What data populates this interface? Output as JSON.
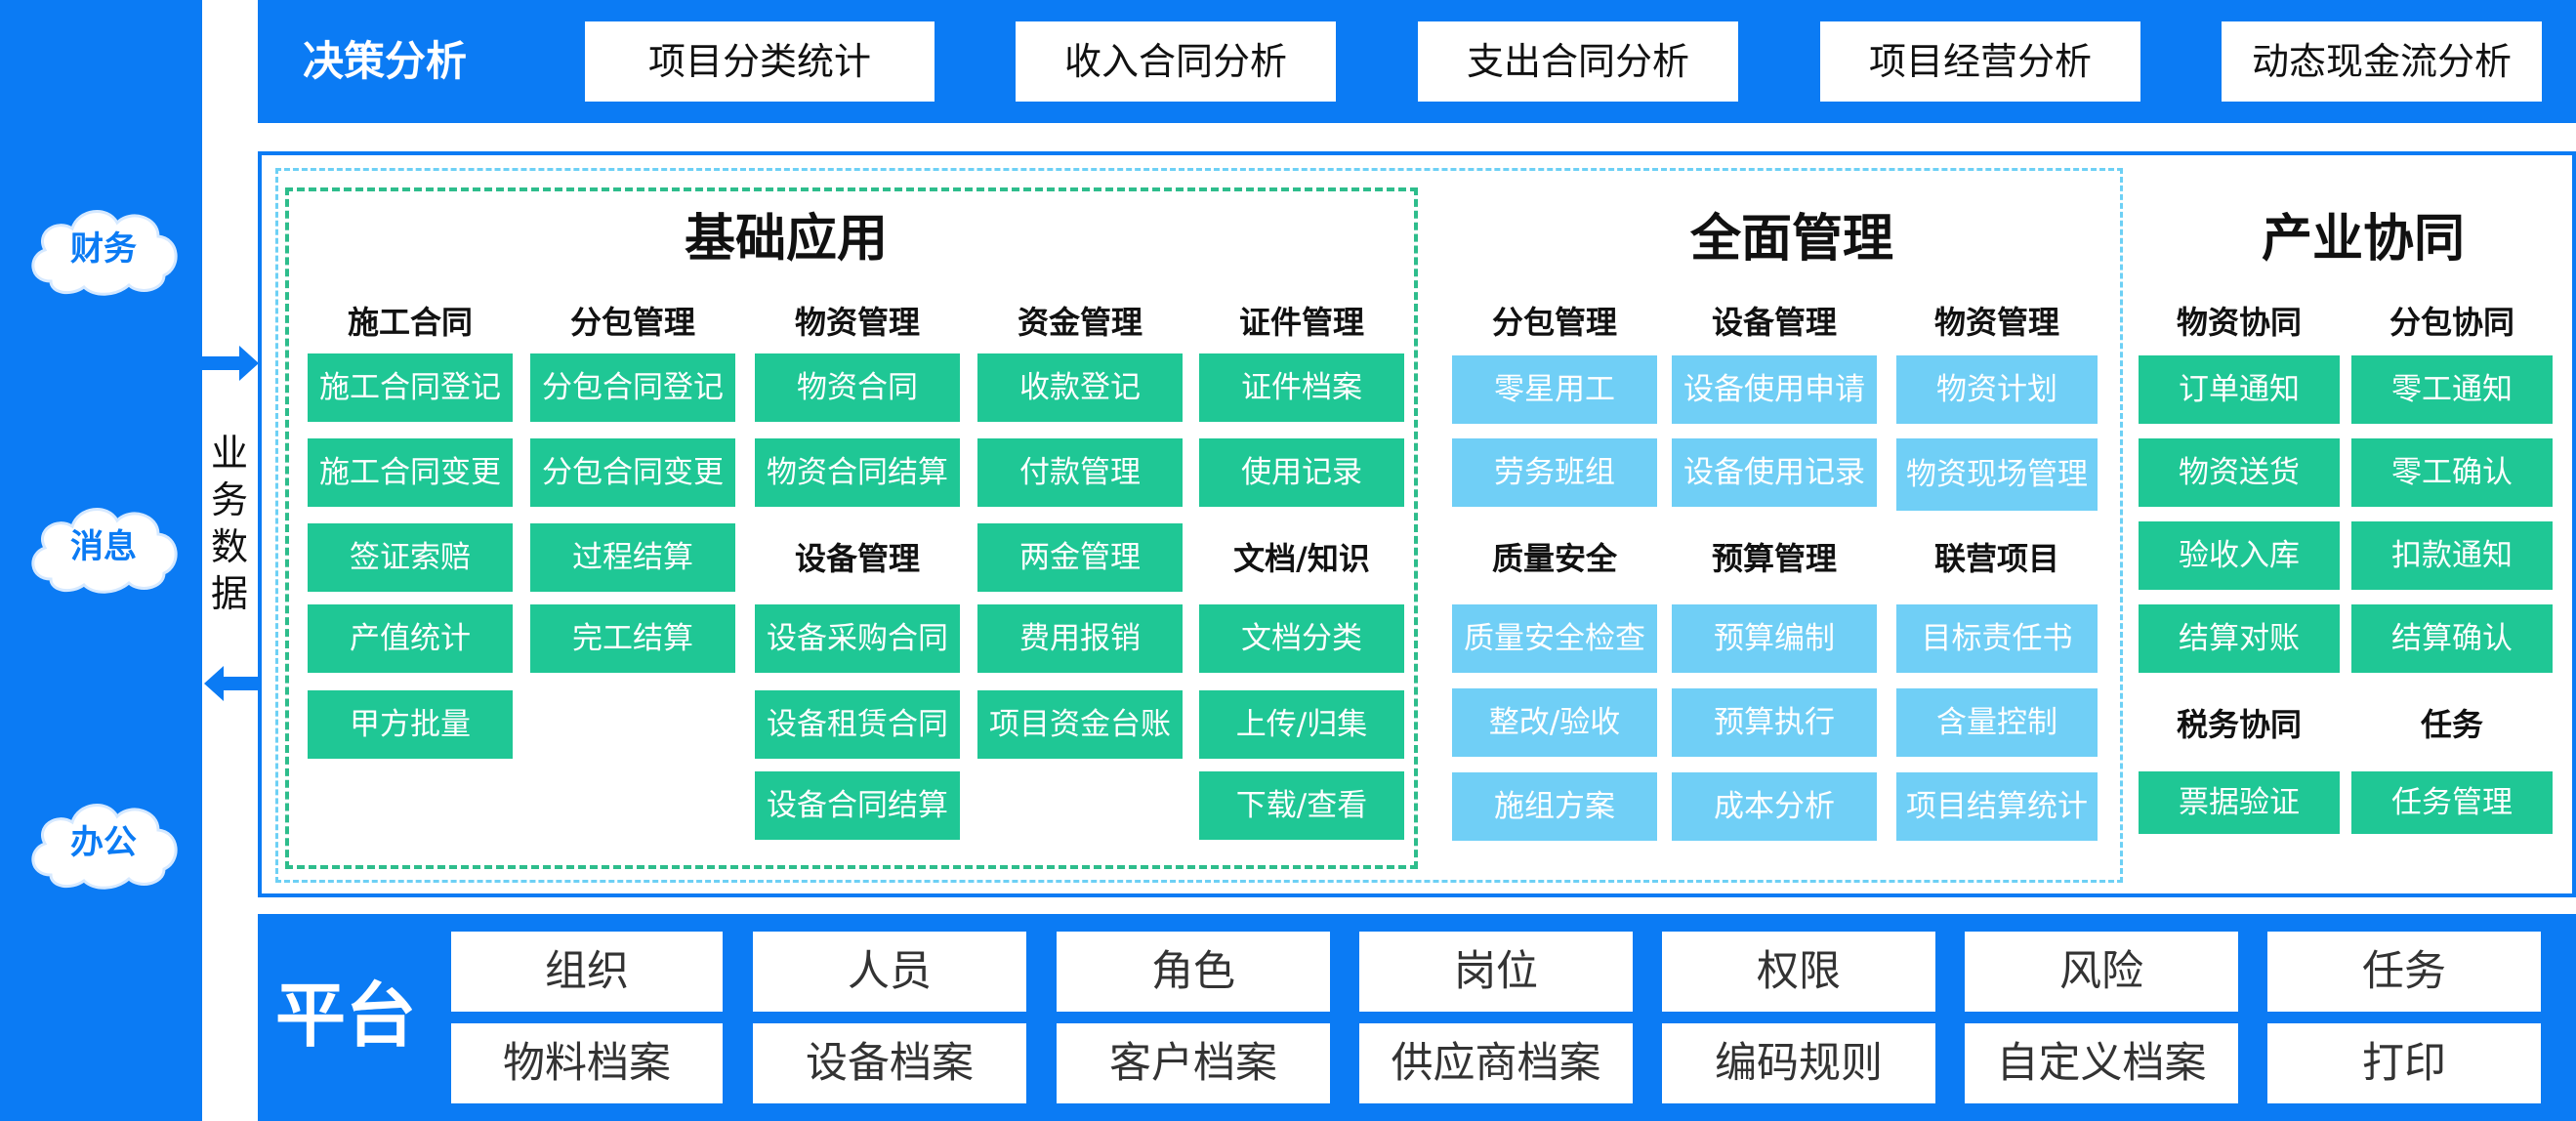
{
  "left_clouds": [
    "财务",
    "消息",
    "办公"
  ],
  "vertical_label": [
    "业",
    "务",
    "数",
    "据"
  ],
  "decision": {
    "title": "决策分析",
    "buttons": [
      "项目分类统计",
      "收入合同分析",
      "支出合同分析",
      "项目经营分析",
      "动态现金流分析"
    ]
  },
  "basic": {
    "title": "基础应用",
    "groups": [
      {
        "head": "施工合同",
        "items": [
          "施工合同登记",
          "施工合同变更",
          "签证索赔",
          "产值统计",
          "甲方批量"
        ]
      },
      {
        "head": "分包管理",
        "items": [
          "分包合同登记",
          "分包合同变更",
          "过程结算",
          "完工结算"
        ]
      },
      {
        "head": "物资管理",
        "items": [
          "物资合同",
          "物资合同结算"
        ]
      },
      {
        "head": "设备管理",
        "items": [
          "设备采购合同",
          "设备租赁合同",
          "设备合同结算"
        ]
      },
      {
        "head": "资金管理",
        "items": [
          "收款登记",
          "付款管理",
          "两金管理",
          "费用报销",
          "项目资金台账"
        ]
      },
      {
        "head": "证件管理",
        "items": [
          "证件档案",
          "使用记录"
        ]
      },
      {
        "head": "文档/知识",
        "items": [
          "文档分类",
          "上传/归集",
          "下载/查看"
        ]
      }
    ]
  },
  "comprehensive": {
    "title": "全面管理",
    "groups": [
      {
        "head": "分包管理",
        "items": [
          "零星用工",
          "劳务班组"
        ]
      },
      {
        "head": "设备管理",
        "items": [
          "设备使用申请",
          "设备使用记录"
        ]
      },
      {
        "head": "物资管理",
        "items": [
          "物资计划",
          "物资现场管理"
        ]
      },
      {
        "head": "质量安全",
        "items": [
          "质量安全检查",
          "整改/验收",
          "施组方案"
        ]
      },
      {
        "head": "预算管理",
        "items": [
          "预算编制",
          "预算执行",
          "成本分析"
        ]
      },
      {
        "head": "联营项目",
        "items": [
          "目标责任书",
          "含量控制",
          "项目结算统计"
        ]
      }
    ]
  },
  "industry": {
    "title": "产业协同",
    "groups": [
      {
        "head": "物资协同",
        "items": [
          "订单通知",
          "物资送货",
          "验收入库",
          "结算对账"
        ]
      },
      {
        "head": "分包协同",
        "items": [
          "零工通知",
          "零工确认",
          "扣款通知",
          "结算确认"
        ]
      },
      {
        "head": "税务协同",
        "items": [
          "票据验证"
        ]
      },
      {
        "head": "任务",
        "items": [
          "任务管理"
        ]
      }
    ]
  },
  "platform": {
    "title": "平台",
    "row1": [
      "组织",
      "人员",
      "角色",
      "岗位",
      "权限",
      "风险",
      "任务"
    ],
    "row2": [
      "物料档案",
      "设备档案",
      "客户档案",
      "供应商档案",
      "编码规则",
      "自定义档案",
      "打印"
    ]
  },
  "colors": {
    "brand_blue": "#0b7bf4",
    "green": "#1fc795",
    "light_blue": "#70cff6"
  }
}
